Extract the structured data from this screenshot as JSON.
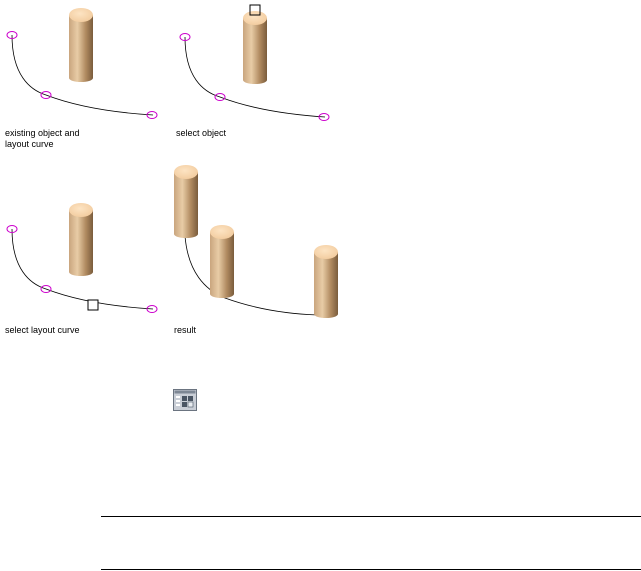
{
  "panels": {
    "existing": {
      "caption_line1": "existing object and",
      "caption_line2": "layout curve"
    },
    "select_object": {
      "caption": "select object"
    },
    "select_curve": {
      "caption": "select layout curve"
    },
    "result": {
      "caption": "result"
    }
  },
  "icons": {
    "toolbar": "layout-tool-icon"
  },
  "colors": {
    "curve": "#000000",
    "node": "#cc00cc",
    "post_light": "#e6c9a5",
    "post_dark": "#8a6a46",
    "post_top": "#f8d9b5"
  }
}
